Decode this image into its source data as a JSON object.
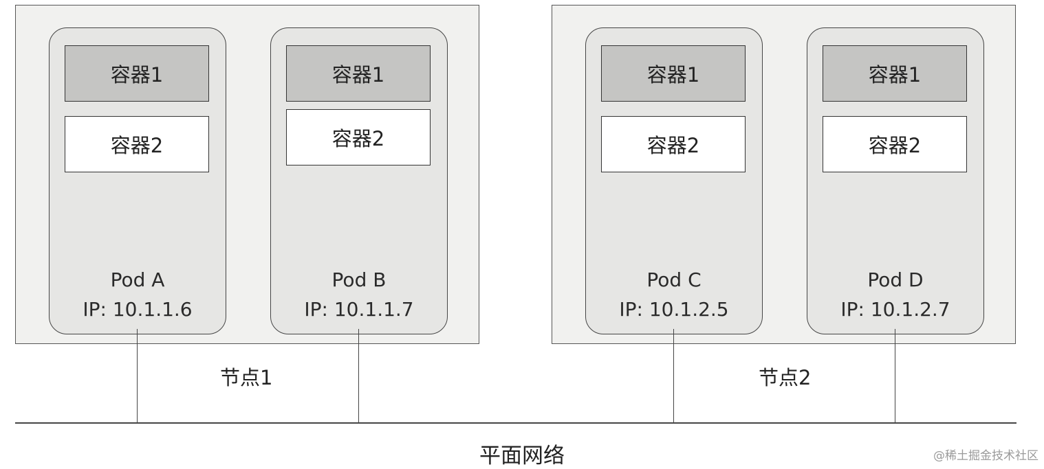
{
  "nodes": [
    {
      "label": "节点1",
      "pods": [
        {
          "name": "Pod A",
          "ip": "IP: 10.1.1.6",
          "containers": [
            "容器1",
            "容器2"
          ]
        },
        {
          "name": "Pod B",
          "ip": "IP: 10.1.1.7",
          "containers": [
            "容器1",
            "容器2"
          ]
        }
      ]
    },
    {
      "label": "节点2",
      "pods": [
        {
          "name": "Pod C",
          "ip": "IP: 10.1.2.5",
          "containers": [
            "容器1",
            "容器2"
          ]
        },
        {
          "name": "Pod D",
          "ip": "IP: 10.1.2.7",
          "containers": [
            "容器1",
            "容器2"
          ]
        }
      ]
    }
  ],
  "network_label": "平面网络",
  "watermark": "@稀土掘金技术社区",
  "colors": {
    "node_bg": "#f1f1ef",
    "pod_bg": "#e6e6e4",
    "container1_bg": "#c5c5c3",
    "container2_bg": "#ffffff",
    "line": "#444444"
  }
}
